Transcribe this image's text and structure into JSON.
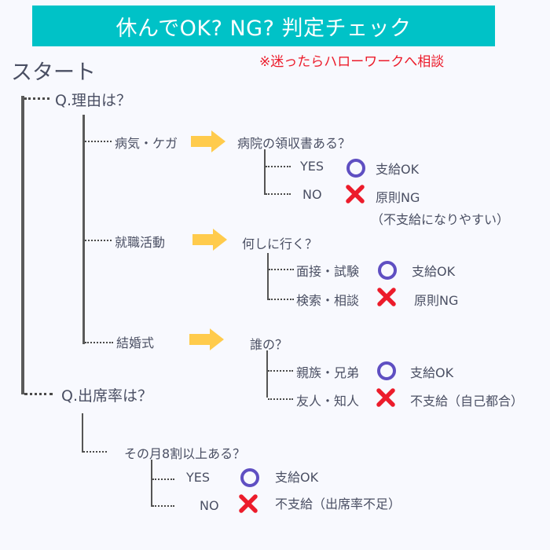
{
  "title": "休んでOK? NG? 判定チェック",
  "note": "※迷ったらハローワークへ相談",
  "start_label": "スタート",
  "colors": {
    "title_bg": "#00c2c7",
    "note": "#ec1c2b",
    "arrow": "#ffcb4c",
    "ok_circle": "#5f4fc2",
    "ng_cross": "#ec1c2b",
    "text": "#4a4f63",
    "line": "#5a5a5a"
  },
  "q1": {
    "label": "Q.理由は？",
    "branches": [
      {
        "reason": "病気・ケガ",
        "question": "病院の領収書ある？",
        "answers": [
          {
            "label": "YES",
            "icon": "ok-circle-icon",
            "result": "支給OK"
          },
          {
            "label": "NO",
            "icon": "ng-cross-icon",
            "result": "原則NG",
            "sub": "（不支給になりやすい）"
          }
        ]
      },
      {
        "reason": "就職活動",
        "question": "何しに行く？",
        "answers": [
          {
            "label": "面接・試験",
            "icon": "ok-circle-icon",
            "result": "支給OK"
          },
          {
            "label": "検索・相談",
            "icon": "ng-cross-icon",
            "result": "原則NG"
          }
        ]
      },
      {
        "reason": "結婚式",
        "question": "誰の？",
        "answers": [
          {
            "label": "親族・兄弟",
            "icon": "ok-circle-icon",
            "result": "支給OK"
          },
          {
            "label": "友人・知人",
            "icon": "ng-cross-icon",
            "result": "不支給（自己都合）"
          }
        ]
      }
    ]
  },
  "q2": {
    "label": "Q.出席率は？",
    "question": "その月8割以上ある？",
    "answers": [
      {
        "label": "YES",
        "icon": "ok-circle-icon",
        "result": "支給OK"
      },
      {
        "label": "NO",
        "icon": "ng-cross-icon",
        "result": "不支給（出席率不足）"
      }
    ]
  }
}
